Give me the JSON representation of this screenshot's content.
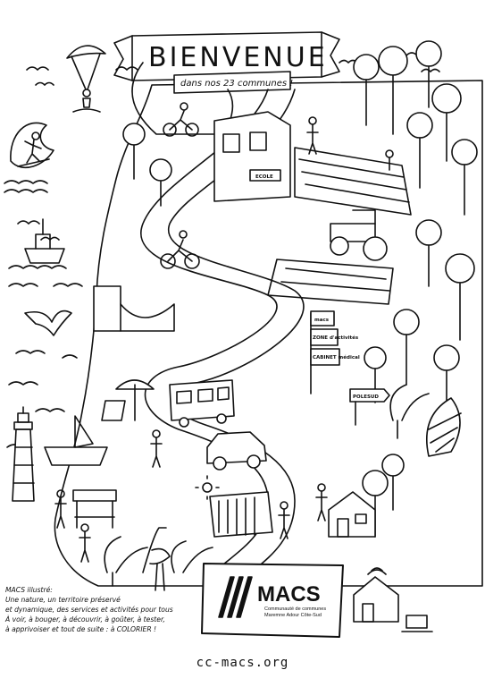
{
  "banner": {
    "title": "BIENVENUE",
    "subtitle": "dans nos 23 communes !"
  },
  "building_labels": {
    "school": "ECOLE",
    "macs_sign": "macs",
    "zone_sign": "ZONE d'activités",
    "cabinet_sign": "CABINET médical",
    "poleemploi_sign": "POLESUD"
  },
  "logo": {
    "name": "MACS",
    "line1": "Communauté de communes",
    "line2": "Maremne Adour Côte-Sud"
  },
  "description": {
    "lines": [
      "MACS illustré:",
      "Une nature, un territoire préservé",
      "et dynamique, des services et activités pour tous",
      "À voir, à bouger, à découvrir, à goûter, à tester,",
      "à apprivoiser et tout de suite : à COLORIER !"
    ]
  },
  "footer": {
    "url": "cc-macs.org"
  }
}
